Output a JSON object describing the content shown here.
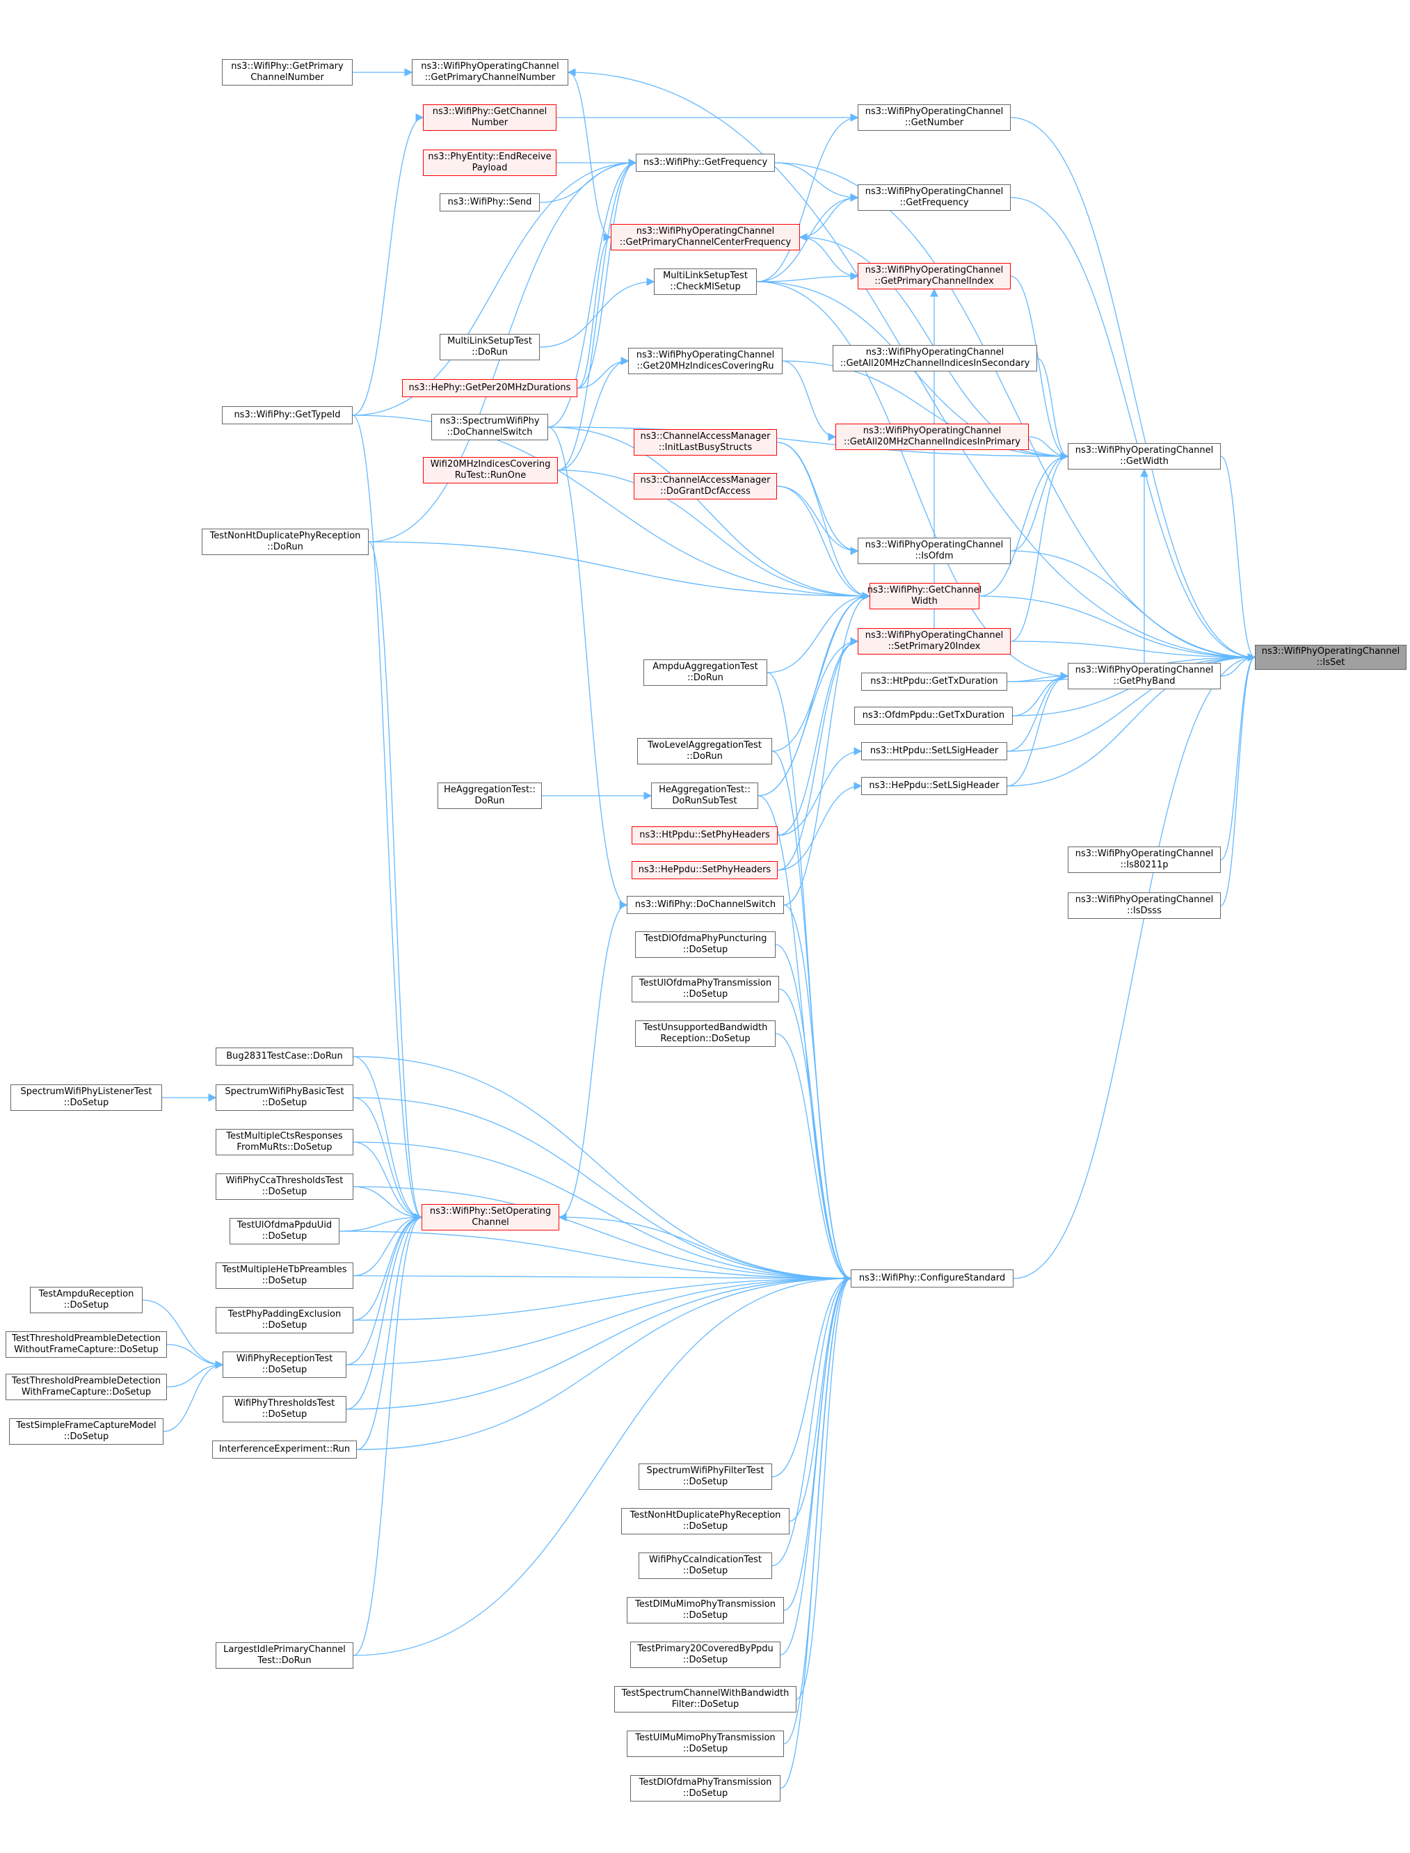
{
  "colors": {
    "edge": "#63b8ff",
    "border": "#666666",
    "red_border": "#ff0000",
    "red_fill": "#fff0f0",
    "focus_fill": "#a0a0a0"
  },
  "nodes": [
    {
      "id": "n0",
      "label": "ns3::WifiPhyOperatingChannel\n::IsSet",
      "style": "focus"
    },
    {
      "id": "n1",
      "label": "ns3::WifiPhy::GetPrimary\nChannelNumber"
    },
    {
      "id": "n2",
      "label": "ns3::WifiPhyOperatingChannel\n::GetPrimaryChannelNumber"
    },
    {
      "id": "n3",
      "label": "ns3::WifiPhy::GetChannel\nNumber",
      "style": "red"
    },
    {
      "id": "n4",
      "label": "ns3::WifiPhyOperatingChannel\n::GetNumber"
    },
    {
      "id": "n5",
      "label": "ns3::PhyEntity::EndReceive\nPayload",
      "style": "red"
    },
    {
      "id": "n6",
      "label": "ns3::WifiPhy::GetFrequency"
    },
    {
      "id": "n7",
      "label": "ns3::WifiPhy::Send"
    },
    {
      "id": "n8",
      "label": "ns3::WifiPhyOperatingChannel\n::GetFrequency"
    },
    {
      "id": "n9",
      "label": "ns3::WifiPhyOperatingChannel\n::GetPrimaryChannelCenterFrequency",
      "style": "red"
    },
    {
      "id": "n10",
      "label": "MultiLinkSetupTest\n::CheckMlSetup"
    },
    {
      "id": "n11",
      "label": "ns3::WifiPhyOperatingChannel\n::GetPrimaryChannelIndex",
      "style": "red"
    },
    {
      "id": "n12",
      "label": "MultiLinkSetupTest\n::DoRun"
    },
    {
      "id": "n13",
      "label": "ns3::WifiPhyOperatingChannel\n::GetAll20MHzChannelIndicesInSecondary"
    },
    {
      "id": "n14",
      "label": "ns3::WifiPhyOperatingChannel\n::Get20MHzIndicesCoveringRu"
    },
    {
      "id": "n15",
      "label": "ns3::HePhy::GetPer20MHzDurations",
      "style": "red"
    },
    {
      "id": "n16",
      "label": "ns3::WifiPhy::GetTypeId"
    },
    {
      "id": "n17",
      "label": "ns3::SpectrumWifiPhy\n::DoChannelSwitch"
    },
    {
      "id": "n18",
      "label": "ns3::WifiPhyOperatingChannel\n::GetAll20MHzChannelIndicesInPrimary",
      "style": "red"
    },
    {
      "id": "n19",
      "label": "ns3::ChannelAccessManager\n::InitLastBusyStructs",
      "style": "red"
    },
    {
      "id": "n20",
      "label": "ns3::WifiPhyOperatingChannel\n::GetWidth"
    },
    {
      "id": "n21",
      "label": "Wifi20MHzIndicesCovering\nRuTest::RunOne",
      "style": "red"
    },
    {
      "id": "n22",
      "label": "ns3::ChannelAccessManager\n::DoGrantDcfAccess",
      "style": "red"
    },
    {
      "id": "n23",
      "label": "TestNonHtDuplicatePhyReception\n::DoRun"
    },
    {
      "id": "n24",
      "label": "ns3::WifiPhyOperatingChannel\n::IsOfdm"
    },
    {
      "id": "n25",
      "label": "ns3::WifiPhy::GetChannel\nWidth",
      "style": "red"
    },
    {
      "id": "n26",
      "label": "ns3::WifiPhyOperatingChannel\n::SetPrimary20Index",
      "style": "red"
    },
    {
      "id": "n27",
      "label": "AmpduAggregationTest\n::DoRun"
    },
    {
      "id": "n28",
      "label": "ns3::HtPpdu::GetTxDuration"
    },
    {
      "id": "n29",
      "label": "ns3::WifiPhyOperatingChannel\n::GetPhyBand"
    },
    {
      "id": "n30",
      "label": "ns3::OfdmPpdu::GetTxDuration"
    },
    {
      "id": "n31",
      "label": "TwoLevelAggregationTest\n::DoRun"
    },
    {
      "id": "n32",
      "label": "ns3::HtPpdu::SetLSigHeader"
    },
    {
      "id": "n33",
      "label": "HeAggregationTest::\nDoRun"
    },
    {
      "id": "n34",
      "label": "HeAggregationTest::\nDoRunSubTest"
    },
    {
      "id": "n35",
      "label": "ns3::HePpdu::SetLSigHeader"
    },
    {
      "id": "n36",
      "label": "ns3::HtPpdu::SetPhyHeaders",
      "style": "red"
    },
    {
      "id": "n37",
      "label": "ns3::WifiPhyOperatingChannel\n::Is80211p"
    },
    {
      "id": "n38",
      "label": "ns3::HePpdu::SetPhyHeaders",
      "style": "red"
    },
    {
      "id": "n39",
      "label": "ns3::WifiPhy::DoChannelSwitch"
    },
    {
      "id": "n40",
      "label": "ns3::WifiPhyOperatingChannel\n::IsDsss"
    },
    {
      "id": "n41",
      "label": "TestDlOfdmaPhyPuncturing\n::DoSetup"
    },
    {
      "id": "n42",
      "label": "TestUlOfdmaPhyTransmission\n::DoSetup"
    },
    {
      "id": "n43",
      "label": "TestUnsupportedBandwidth\nReception::DoSetup"
    },
    {
      "id": "n44",
      "label": "Bug2831TestCase::DoRun"
    },
    {
      "id": "n45",
      "label": "SpectrumWifiPhyListenerTest\n::DoSetup"
    },
    {
      "id": "n46",
      "label": "SpectrumWifiPhyBasicTest\n::DoSetup"
    },
    {
      "id": "n47",
      "label": "TestMultipleCtsResponses\nFromMuRts::DoSetup"
    },
    {
      "id": "n48",
      "label": "WifiPhyCcaThresholdsTest\n::DoSetup"
    },
    {
      "id": "n49",
      "label": "ns3::WifiPhy::SetOperating\nChannel",
      "style": "red"
    },
    {
      "id": "n50",
      "label": "TestUlOfdmaPpduUid\n::DoSetup"
    },
    {
      "id": "n51",
      "label": "TestMultipleHeTbPreambles\n::DoSetup"
    },
    {
      "id": "n52",
      "label": "ns3::WifiPhy::ConfigureStandard"
    },
    {
      "id": "n53",
      "label": "TestAmpduReception\n::DoSetup"
    },
    {
      "id": "n54",
      "label": "TestPhyPaddingExclusion\n::DoSetup"
    },
    {
      "id": "n55",
      "label": "TestThresholdPreambleDetection\nWithoutFrameCapture::DoSetup"
    },
    {
      "id": "n56",
      "label": "WifiPhyReceptionTest\n::DoSetup"
    },
    {
      "id": "n57",
      "label": "TestThresholdPreambleDetection\nWithFrameCapture::DoSetup"
    },
    {
      "id": "n58",
      "label": "WifiPhyThresholdsTest\n::DoSetup"
    },
    {
      "id": "n59",
      "label": "TestSimpleFrameCaptureModel\n::DoSetup"
    },
    {
      "id": "n60",
      "label": "InterferenceExperiment::Run"
    },
    {
      "id": "n61",
      "label": "SpectrumWifiPhyFilterTest\n::DoSetup"
    },
    {
      "id": "n62",
      "label": "TestNonHtDuplicatePhyReception\n::DoSetup"
    },
    {
      "id": "n63",
      "label": "WifiPhyCcaIndicationTest\n::DoSetup"
    },
    {
      "id": "n64",
      "label": "TestDlMuMimoPhyTransmission\n::DoSetup"
    },
    {
      "id": "n65",
      "label": "LargestIdlePrimaryChannel\nTest::DoRun"
    },
    {
      "id": "n66",
      "label": "TestPrimary20CoveredByPpdu\n::DoSetup"
    },
    {
      "id": "n67",
      "label": "TestSpectrumChannelWithBandwidth\nFilter::DoSetup"
    },
    {
      "id": "n68",
      "label": "TestUlMuMimoPhyTransmission\n::DoSetup"
    },
    {
      "id": "n69",
      "label": "TestDlOfdmaPhyTransmission\n::DoSetup"
    }
  ],
  "edges": [
    [
      "n2",
      "n0"
    ],
    [
      "n4",
      "n0"
    ],
    [
      "n8",
      "n0"
    ],
    [
      "n20",
      "n0"
    ],
    [
      "n24",
      "n0"
    ],
    [
      "n25",
      "n0"
    ],
    [
      "n26",
      "n0"
    ],
    [
      "n28",
      "n0"
    ],
    [
      "n29",
      "n0"
    ],
    [
      "n30",
      "n0"
    ],
    [
      "n32",
      "n0"
    ],
    [
      "n35",
      "n0"
    ],
    [
      "n37",
      "n0"
    ],
    [
      "n40",
      "n0"
    ],
    [
      "n6",
      "n0"
    ],
    [
      "n52",
      "n0"
    ],
    [
      "n1",
      "n2"
    ],
    [
      "n9",
      "n2"
    ],
    [
      "n3",
      "n4"
    ],
    [
      "n10",
      "n4"
    ],
    [
      "n6",
      "n8"
    ],
    [
      "n9",
      "n8"
    ],
    [
      "n10",
      "n8"
    ],
    [
      "n5",
      "n6"
    ],
    [
      "n7",
      "n6"
    ],
    [
      "n16",
      "n6"
    ],
    [
      "n15",
      "n6"
    ],
    [
      "n17",
      "n6"
    ],
    [
      "n21",
      "n6"
    ],
    [
      "n23",
      "n6"
    ],
    [
      "n16",
      "n3"
    ],
    [
      "n11",
      "n9"
    ],
    [
      "n15",
      "n9"
    ],
    [
      "n12",
      "n10"
    ],
    [
      "n10",
      "n11"
    ],
    [
      "n26",
      "n11"
    ],
    [
      "n15",
      "n14"
    ],
    [
      "n21",
      "n14"
    ],
    [
      "n14",
      "n18"
    ],
    [
      "n18",
      "n20"
    ],
    [
      "n11",
      "n20"
    ],
    [
      "n10",
      "n20"
    ],
    [
      "n13",
      "n20"
    ],
    [
      "n14",
      "n20"
    ],
    [
      "n9",
      "n20"
    ],
    [
      "n29",
      "n20"
    ],
    [
      "n26",
      "n20"
    ],
    [
      "n25",
      "n20"
    ],
    [
      "n24",
      "n20"
    ],
    [
      "n17",
      "n20"
    ],
    [
      "n19",
      "n24"
    ],
    [
      "n22",
      "n24"
    ],
    [
      "n16",
      "n25"
    ],
    [
      "n17",
      "n25"
    ],
    [
      "n19",
      "n25"
    ],
    [
      "n22",
      "n25"
    ],
    [
      "n23",
      "n25"
    ],
    [
      "n27",
      "n25"
    ],
    [
      "n31",
      "n25"
    ],
    [
      "n34",
      "n25"
    ],
    [
      "n21",
      "n25"
    ],
    [
      "n39",
      "n25"
    ],
    [
      "n36",
      "n26"
    ],
    [
      "n38",
      "n26"
    ],
    [
      "n34",
      "n26"
    ],
    [
      "n28",
      "n29"
    ],
    [
      "n30",
      "n29"
    ],
    [
      "n32",
      "n29"
    ],
    [
      "n35",
      "n29"
    ],
    [
      "n10",
      "n29"
    ],
    [
      "n36",
      "n32"
    ],
    [
      "n38",
      "n35"
    ],
    [
      "n33",
      "n34"
    ],
    [
      "n17",
      "n39"
    ],
    [
      "n49",
      "n39"
    ],
    [
      "n44",
      "n49"
    ],
    [
      "n46",
      "n49"
    ],
    [
      "n47",
      "n49"
    ],
    [
      "n48",
      "n49"
    ],
    [
      "n50",
      "n49"
    ],
    [
      "n51",
      "n49"
    ],
    [
      "n54",
      "n49"
    ],
    [
      "n56",
      "n49"
    ],
    [
      "n58",
      "n49"
    ],
    [
      "n60",
      "n49"
    ],
    [
      "n65",
      "n49"
    ],
    [
      "n52",
      "n49"
    ],
    [
      "n16",
      "n49"
    ],
    [
      "n23",
      "n49"
    ],
    [
      "n45",
      "n46"
    ],
    [
      "n53",
      "n56"
    ],
    [
      "n55",
      "n56"
    ],
    [
      "n57",
      "n56"
    ],
    [
      "n59",
      "n56"
    ],
    [
      "n39",
      "n52"
    ],
    [
      "n41",
      "n52"
    ],
    [
      "n42",
      "n52"
    ],
    [
      "n43",
      "n52"
    ],
    [
      "n44",
      "n52"
    ],
    [
      "n46",
      "n52"
    ],
    [
      "n47",
      "n52"
    ],
    [
      "n48",
      "n52"
    ],
    [
      "n50",
      "n52"
    ],
    [
      "n51",
      "n52"
    ],
    [
      "n54",
      "n52"
    ],
    [
      "n56",
      "n52"
    ],
    [
      "n58",
      "n52"
    ],
    [
      "n60",
      "n52"
    ],
    [
      "n61",
      "n52"
    ],
    [
      "n62",
      "n52"
    ],
    [
      "n63",
      "n52"
    ],
    [
      "n64",
      "n52"
    ],
    [
      "n65",
      "n52"
    ],
    [
      "n66",
      "n52"
    ],
    [
      "n67",
      "n52"
    ],
    [
      "n68",
      "n52"
    ],
    [
      "n69",
      "n52"
    ],
    [
      "n27",
      "n52"
    ],
    [
      "n31",
      "n52"
    ],
    [
      "n34",
      "n52"
    ]
  ]
}
